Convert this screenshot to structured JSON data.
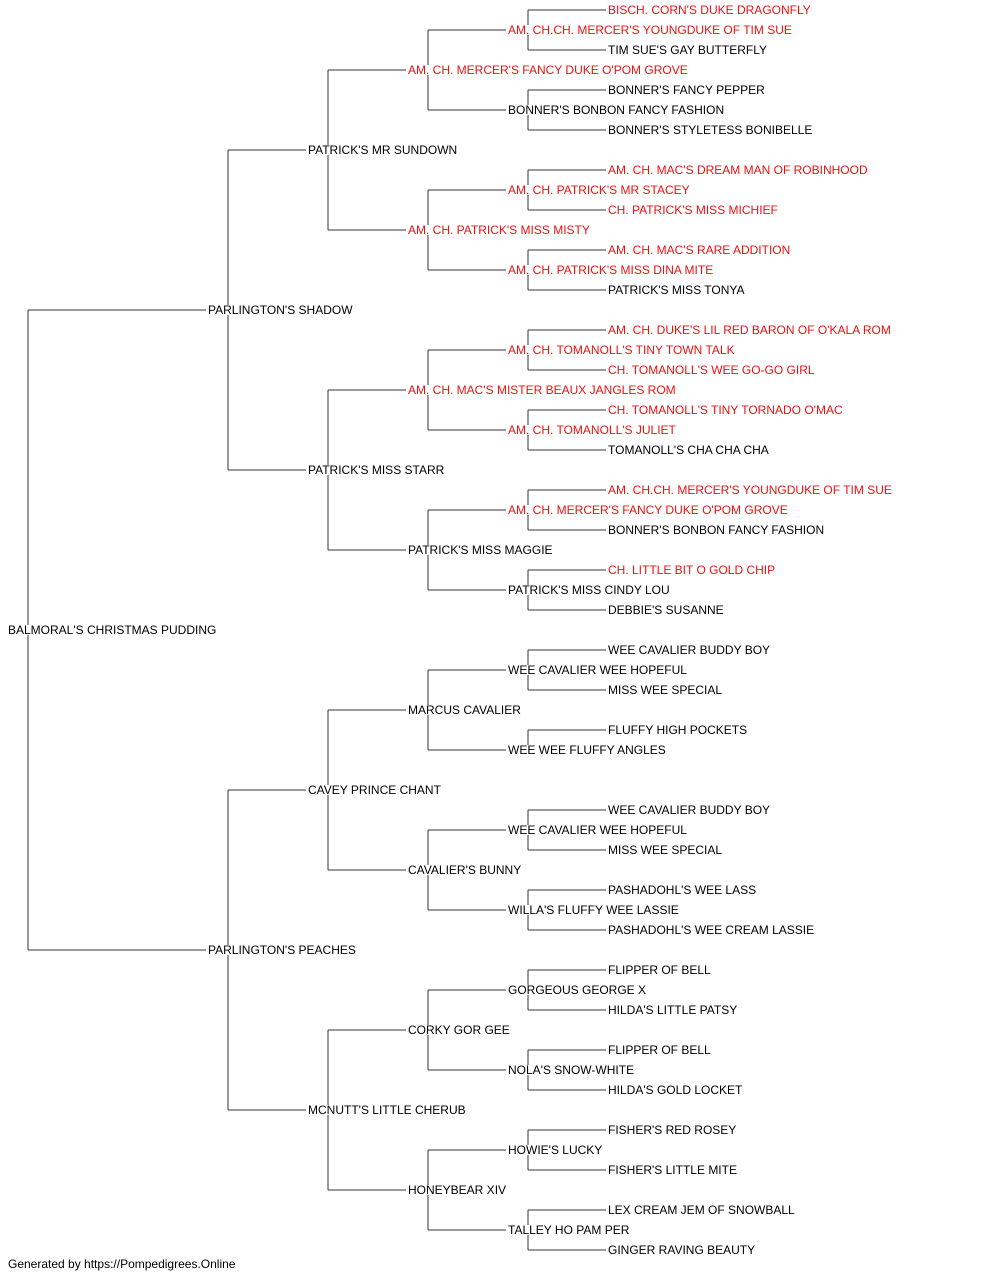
{
  "pedigree": {
    "name": "BALMORAL'S CHRISTMAS PUDDING",
    "sire": {
      "name": "PARLINGTON'S SHADOW",
      "sire": {
        "name": "PATRICK'S MR SUNDOWN",
        "sire": {
          "name": "AM. CH. MERCER'S FANCY DUKE O'POM GROVE",
          "champion": true,
          "sire": {
            "name": "AM. CH.CH. MERCER'S YOUNGDUKE OF TIM SUE",
            "champion": true,
            "sire": {
              "name": "BISCH. CORN'S DUKE DRAGONFLY",
              "champion": true
            },
            "dam": {
              "name": "TIM SUE'S GAY BUTTERFLY"
            }
          },
          "dam": {
            "name": "BONNER'S BONBON FANCY FASHION",
            "sire": {
              "name": "BONNER'S FANCY PEPPER"
            },
            "dam": {
              "name": "BONNER'S STYLETESS BONIBELLE"
            }
          }
        },
        "dam": {
          "name": "AM. CH. PATRICK'S MISS MISTY",
          "champion": true,
          "sire": {
            "name": "AM. CH. PATRICK'S MR STACEY",
            "champion": true,
            "sire": {
              "name": "AM. CH. MAC'S DREAM MAN OF ROBINHOOD",
              "champion": true
            },
            "dam": {
              "name": "CH. PATRICK'S MISS MICHIEF",
              "champion": true
            }
          },
          "dam": {
            "name": "AM. CH. PATRICK'S MISS DINA MITE",
            "champion": true,
            "sire": {
              "name": "AM. CH. MAC'S RARE ADDITION",
              "champion": true
            },
            "dam": {
              "name": "PATRICK'S MISS TONYA"
            }
          }
        }
      },
      "dam": {
        "name": "PATRICK'S MISS STARR",
        "sire": {
          "name": "AM. CH. MAC'S MISTER BEAUX JANGLES ROM",
          "champion": true,
          "sire": {
            "name": "AM. CH. TOMANOLL'S TINY TOWN TALK",
            "champion": true,
            "sire": {
              "name": "AM. CH. DUKE'S LIL RED BARON OF O'KALA ROM",
              "champion": true
            },
            "dam": {
              "name": "CH. TOMANOLL'S WEE GO-GO GIRL",
              "champion": true
            }
          },
          "dam": {
            "name": "AM. CH. TOMANOLL'S JULIET",
            "champion": true,
            "sire": {
              "name": "CH. TOMANOLL'S TINY TORNADO O'MAC",
              "champion": true
            },
            "dam": {
              "name": "TOMANOLL'S CHA CHA CHA"
            }
          }
        },
        "dam": {
          "name": "PATRICK'S MISS MAGGIE",
          "sire": {
            "name": "AM. CH. MERCER'S FANCY DUKE O'POM GROVE",
            "champion": true,
            "sire": {
              "name": "AM. CH.CH. MERCER'S YOUNGDUKE OF TIM SUE",
              "champion": true
            },
            "dam": {
              "name": "BONNER'S BONBON FANCY FASHION"
            }
          },
          "dam": {
            "name": "PATRICK'S MISS CINDY LOU",
            "sire": {
              "name": "CH. LITTLE BIT O GOLD CHIP",
              "champion": true
            },
            "dam": {
              "name": "DEBBIE'S SUSANNE"
            }
          }
        }
      }
    },
    "dam": {
      "name": "PARLINGTON'S PEACHES",
      "sire": {
        "name": "CAVEY PRINCE CHANT",
        "sire": {
          "name": "MARCUS CAVALIER",
          "sire": {
            "name": "WEE CAVALIER WEE HOPEFUL",
            "sire": {
              "name": "WEE CAVALIER BUDDY BOY"
            },
            "dam": {
              "name": "MISS WEE SPECIAL"
            }
          },
          "dam": {
            "name": "WEE WEE FLUFFY ANGLES",
            "sire": {
              "name": "FLUFFY HIGH POCKETS"
            }
          }
        },
        "dam": {
          "name": "CAVALIER'S BUNNY",
          "sire": {
            "name": "WEE CAVALIER WEE HOPEFUL",
            "sire": {
              "name": "WEE CAVALIER BUDDY BOY"
            },
            "dam": {
              "name": "MISS WEE SPECIAL"
            }
          },
          "dam": {
            "name": "WILLA'S FLUFFY WEE LASSIE",
            "sire": {
              "name": "PASHADOHL'S WEE LASS"
            },
            "dam": {
              "name": "PASHADOHL'S WEE CREAM LASSIE"
            }
          }
        }
      },
      "dam": {
        "name": "MCNUTT'S LITTLE CHERUB",
        "sire": {
          "name": "CORKY GOR GEE",
          "sire": {
            "name": "GORGEOUS GEORGE X",
            "sire": {
              "name": "FLIPPER OF BELL"
            },
            "dam": {
              "name": "HILDA'S LITTLE PATSY"
            }
          },
          "dam": {
            "name": "NOLA'S SNOW-WHITE",
            "sire": {
              "name": "FLIPPER OF BELL"
            },
            "dam": {
              "name": "HILDA'S GOLD LOCKET"
            }
          }
        },
        "dam": {
          "name": "HONEYBEAR XIV",
          "sire": {
            "name": "HOWIE'S LUCKY",
            "sire": {
              "name": "FISHER'S RED ROSEY"
            },
            "dam": {
              "name": "FISHER'S LITTLE MITE"
            }
          },
          "dam": {
            "name": "TALLEY HO PAM PER",
            "sire": {
              "name": "LEX CREAM JEM OF SNOWBALL"
            },
            "dam": {
              "name": "GINGER RAVING BEAUTY"
            }
          }
        }
      }
    }
  },
  "footer": "Generated by https://Pompedigrees.Online",
  "colors": {
    "champion": "#ee1111",
    "normal": "#000000",
    "line": "#333333"
  }
}
